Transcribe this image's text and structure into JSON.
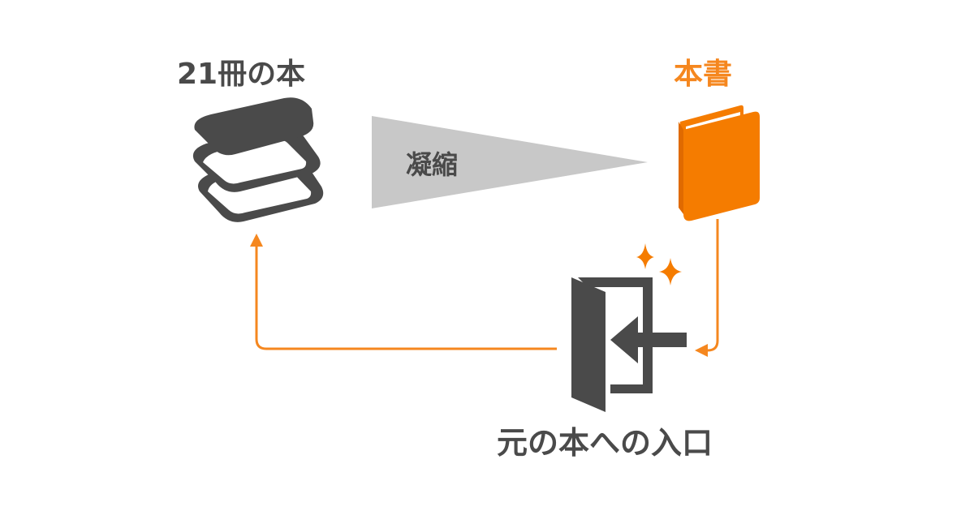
{
  "labels": {
    "source_books": "21冊の本",
    "this_book": "本書",
    "compression": "凝縮",
    "entrance": "元の本への入口"
  },
  "colors": {
    "accent": "#f5871f",
    "dark": "#4a4a4a",
    "wedge": "#c8c8c8",
    "book_orange": "#f57c00"
  },
  "icons": {
    "source": "stacked-books-icon",
    "target": "book-icon",
    "entrance": "door-enter-icon",
    "sparkle": "sparkle-icon"
  }
}
